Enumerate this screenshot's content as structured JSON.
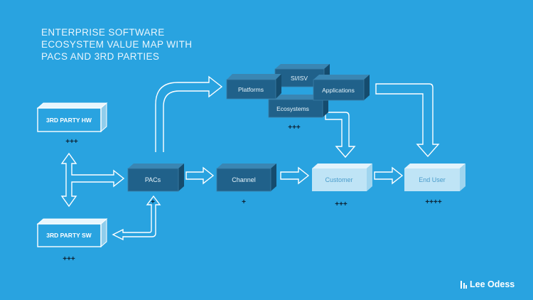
{
  "title": {
    "line1": "ENTERPRISE SOFTWARE",
    "line2": "ECOSYSTEM VALUE MAP WITH",
    "line3": "PACS AND 3RD PARTIES"
  },
  "nodes": {
    "third_party_hw": "3RD PARTY HW",
    "third_party_sw": "3RD PARTY SW",
    "pacs": "PACs",
    "channel": "Channel",
    "customer": "Customer",
    "end_user": "End User",
    "platforms": "Platforms",
    "si_isv": "SI/ISV",
    "applications": "Applications",
    "ecosystems": "Ecosystems"
  },
  "ratings": {
    "third_party_hw": "+++",
    "third_party_sw": "+++",
    "pacs": "+",
    "channel": "+",
    "customer": "+++",
    "end_user": "++++",
    "ecosystem_cluster": "+++"
  },
  "brand": {
    "name": "Lee Odess",
    "icon": "bars-logo-icon"
  },
  "colors": {
    "background": "#29a3e0",
    "dark_box": "#20618a",
    "light_box": "#bfe4f6",
    "outline": "#ffffff"
  }
}
